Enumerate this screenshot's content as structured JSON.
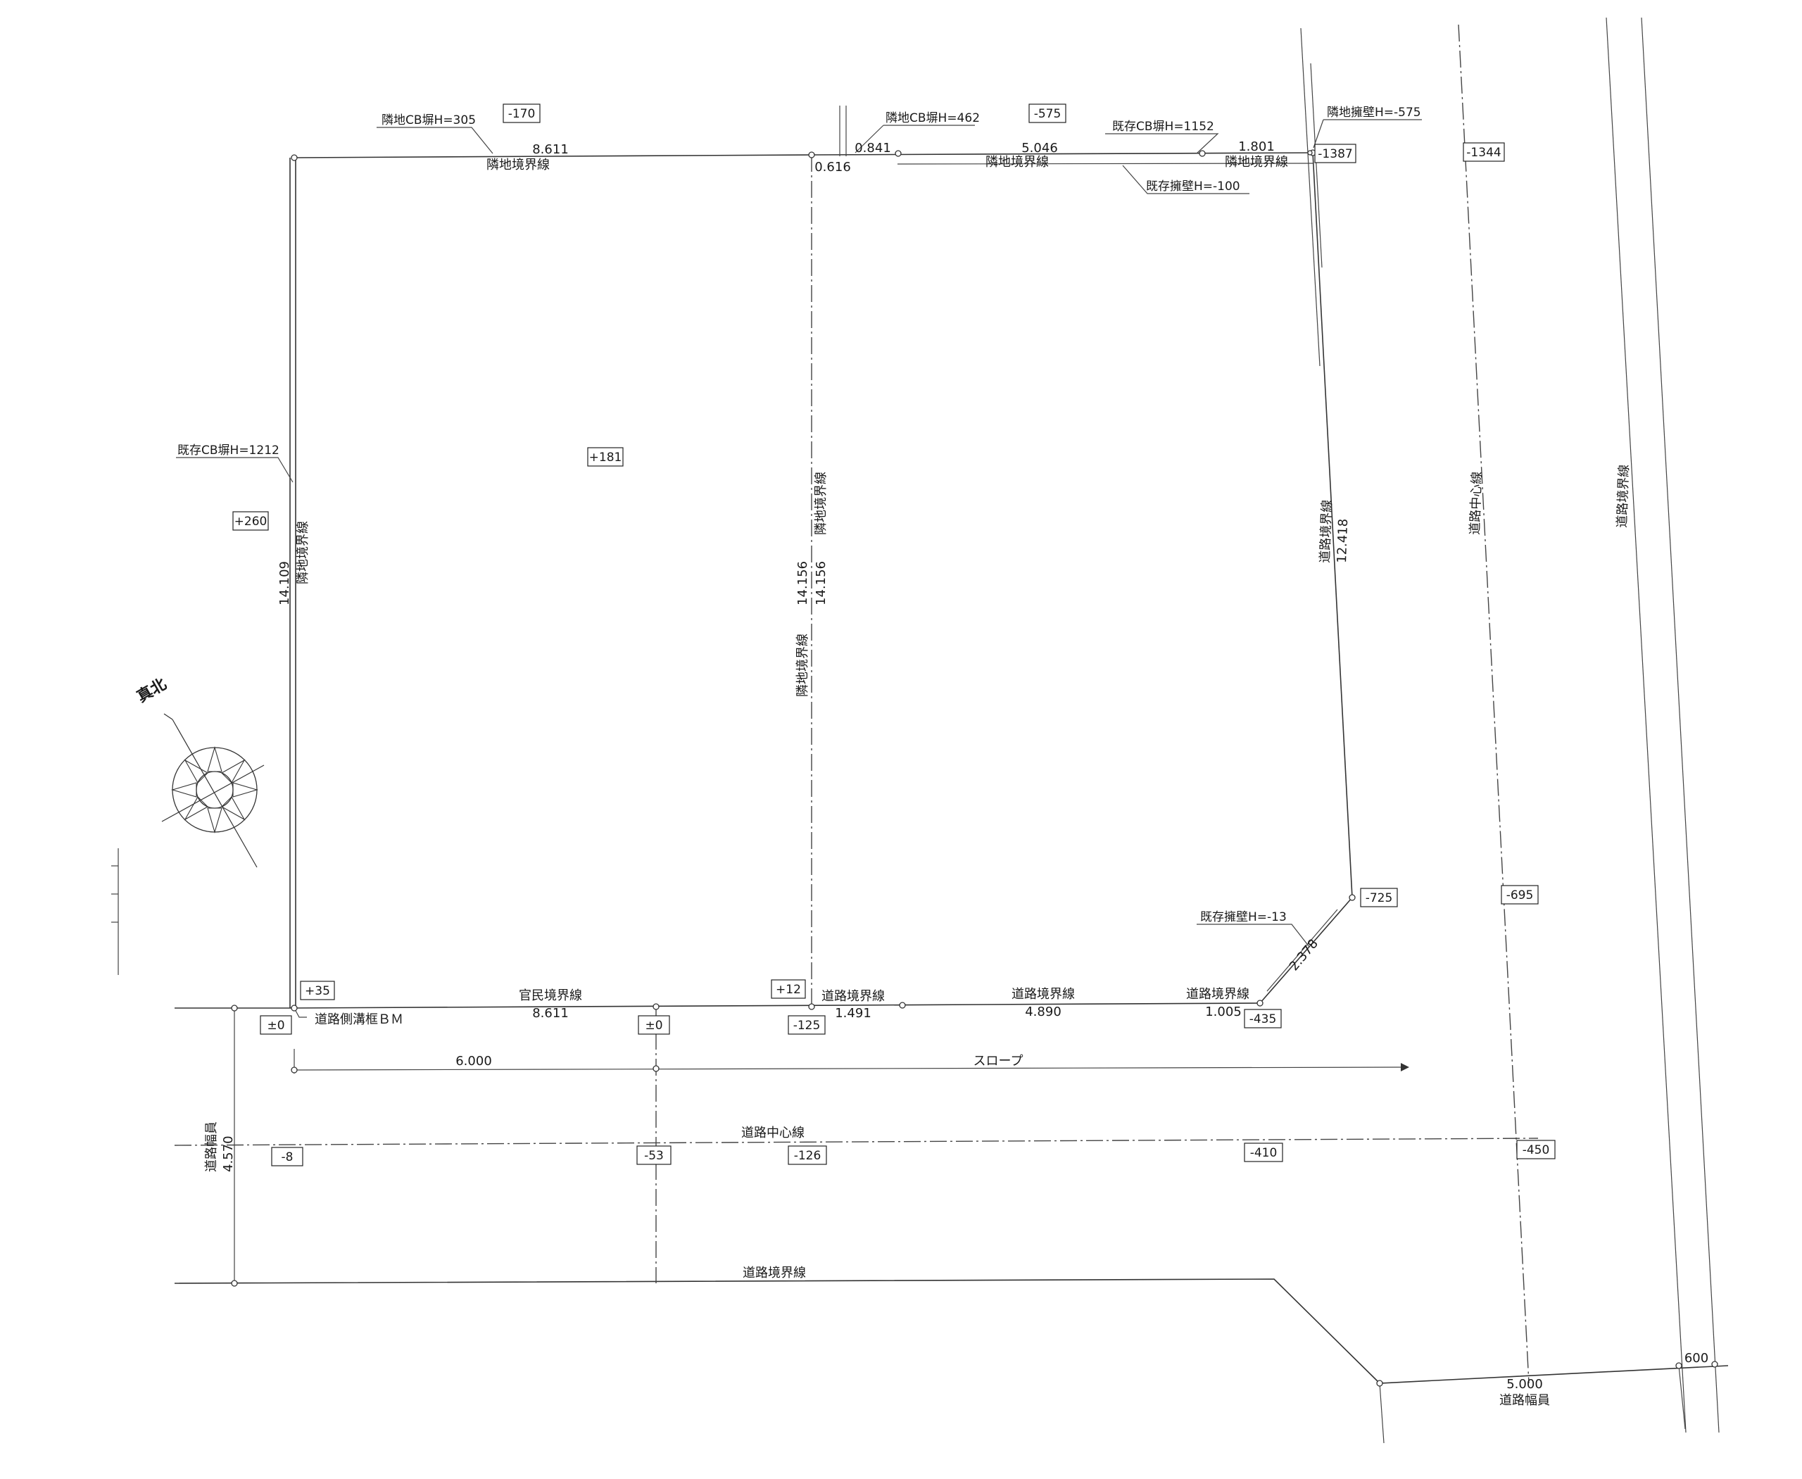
{
  "boundary_labels": {
    "neighbor": "隣地境界線",
    "road": "道路境界線",
    "public_private": "官民境界線",
    "road_center": "道路中心線",
    "road_width": "道路幅員",
    "slope": "スロープ",
    "true_north": "真北",
    "benchmark": "道路側溝框ＢＭ"
  },
  "dimensions": {
    "top_left": "8.611",
    "top_mid_a": "0.841",
    "top_mid_b": "0.616",
    "top_right_a": "5.046",
    "top_right_b": "1.801",
    "left": "14.109",
    "middle_a": "14.156",
    "middle_b": "14.156",
    "right": "12.418",
    "bottom_left": "8.611",
    "bottom_mid": "1.491",
    "bottom_right_a": "4.890",
    "bottom_right_b": "1.005",
    "diagonal": "2.378",
    "slope_length": "6.000",
    "road_width_left": "4.570",
    "road_width_right": "5.000",
    "corner_600": "600"
  },
  "notes": {
    "cb_305": "隣地CB塀H=305",
    "cb_462": "隣地CB塀H=462",
    "cb_1152": "既存CB塀H=1152",
    "retaining_575": "隣地擁壁H=-575",
    "retaining_100": "既存擁壁H=-100",
    "cb_1212": "既存CB塀H=1212",
    "retaining_13": "既存擁壁H=-13"
  },
  "elevations": {
    "e_minus170": "-170",
    "e_minus575": "-575",
    "e_minus1387": "-1387",
    "e_minus1344": "-1344",
    "e_plus181": "+181",
    "e_plus260": "+260",
    "e_minus725": "-725",
    "e_minus695": "-695",
    "e_plus35": "+35",
    "e_plus12": "+12",
    "e_zero_left": "±0",
    "e_zero_mid": "±0",
    "e_minus125": "-125",
    "e_minus435": "-435",
    "e_minus8": "-8",
    "e_minus53": "-53",
    "e_minus126": "-126",
    "e_minus410": "-410",
    "e_minus450": "-450"
  }
}
